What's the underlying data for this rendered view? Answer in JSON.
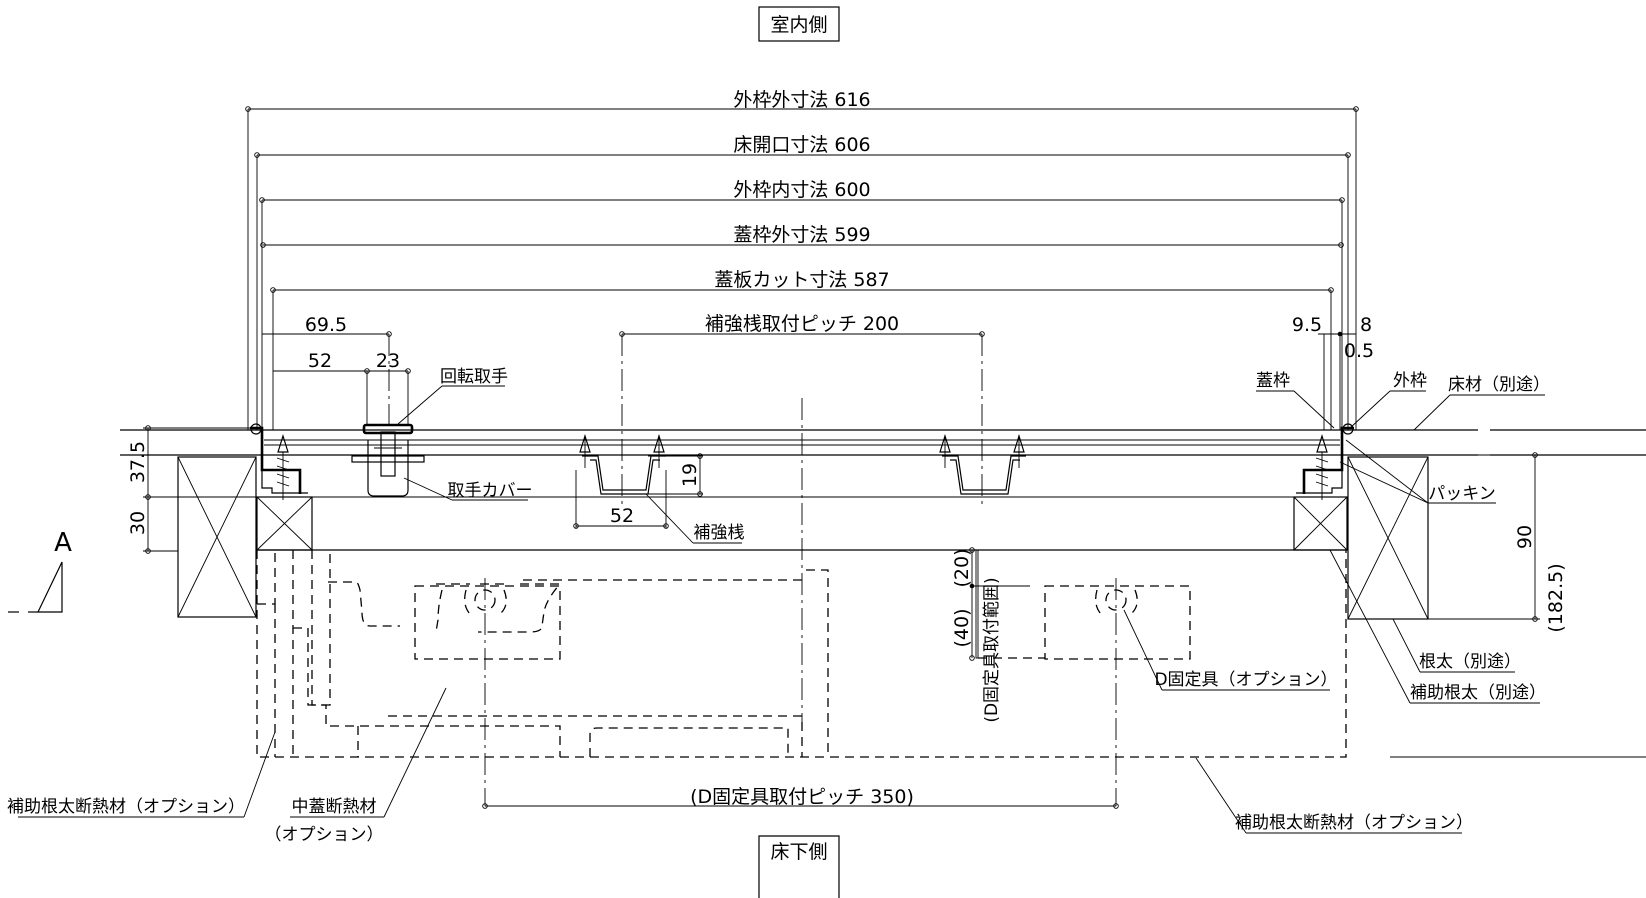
{
  "sides": {
    "indoor": "室内側",
    "underfloor": "床下側"
  },
  "section_marker": "A",
  "dimensions": {
    "outer_frame_outer": "外枠外寸法 616",
    "floor_opening": "床開口寸法 606",
    "outer_frame_inner": "外枠内寸法 600",
    "lid_frame_outer": "蓋枠外寸法 599",
    "lid_board_cut": "蓋板カット寸法 587",
    "reinforcement_pitch": "補強桟取付ピッチ 200",
    "d_fixture_pitch": "(D固定具取付ピッチ 350)",
    "d_fixture_range": "(D固定具取付範囲)",
    "d69_5": "69.5",
    "d52_top": "52",
    "d23": "23",
    "d9_5": "9.5",
    "d8": "8",
    "d0_5": "0.5",
    "d37_5": "37.5",
    "d30": "30",
    "d19": "19",
    "d52_bar": "52",
    "d90": "90",
    "d182_5": "(182.5)",
    "d20": "(20)",
    "d40": "(40)"
  },
  "labels": {
    "rotary_handle": "回転取手",
    "handle_cover": "取手カバー",
    "reinforcement_bar": "補強桟",
    "lid_frame": "蓋枠",
    "outer_frame": "外枠",
    "floor_material": "床材（別途）",
    "packing": "パッキン",
    "joist": "根太（別途）",
    "aux_joist": "補助根太（別途）",
    "d_fixture": "D固定具（オプション）",
    "aux_joist_insulation_left": "補助根太断熱材（オプション）",
    "aux_joist_insulation_right": "補助根太断熱材（オプション）",
    "center_lid_insulation": "中蓋断熱材",
    "center_lid_insulation_option": "（オプション）"
  }
}
